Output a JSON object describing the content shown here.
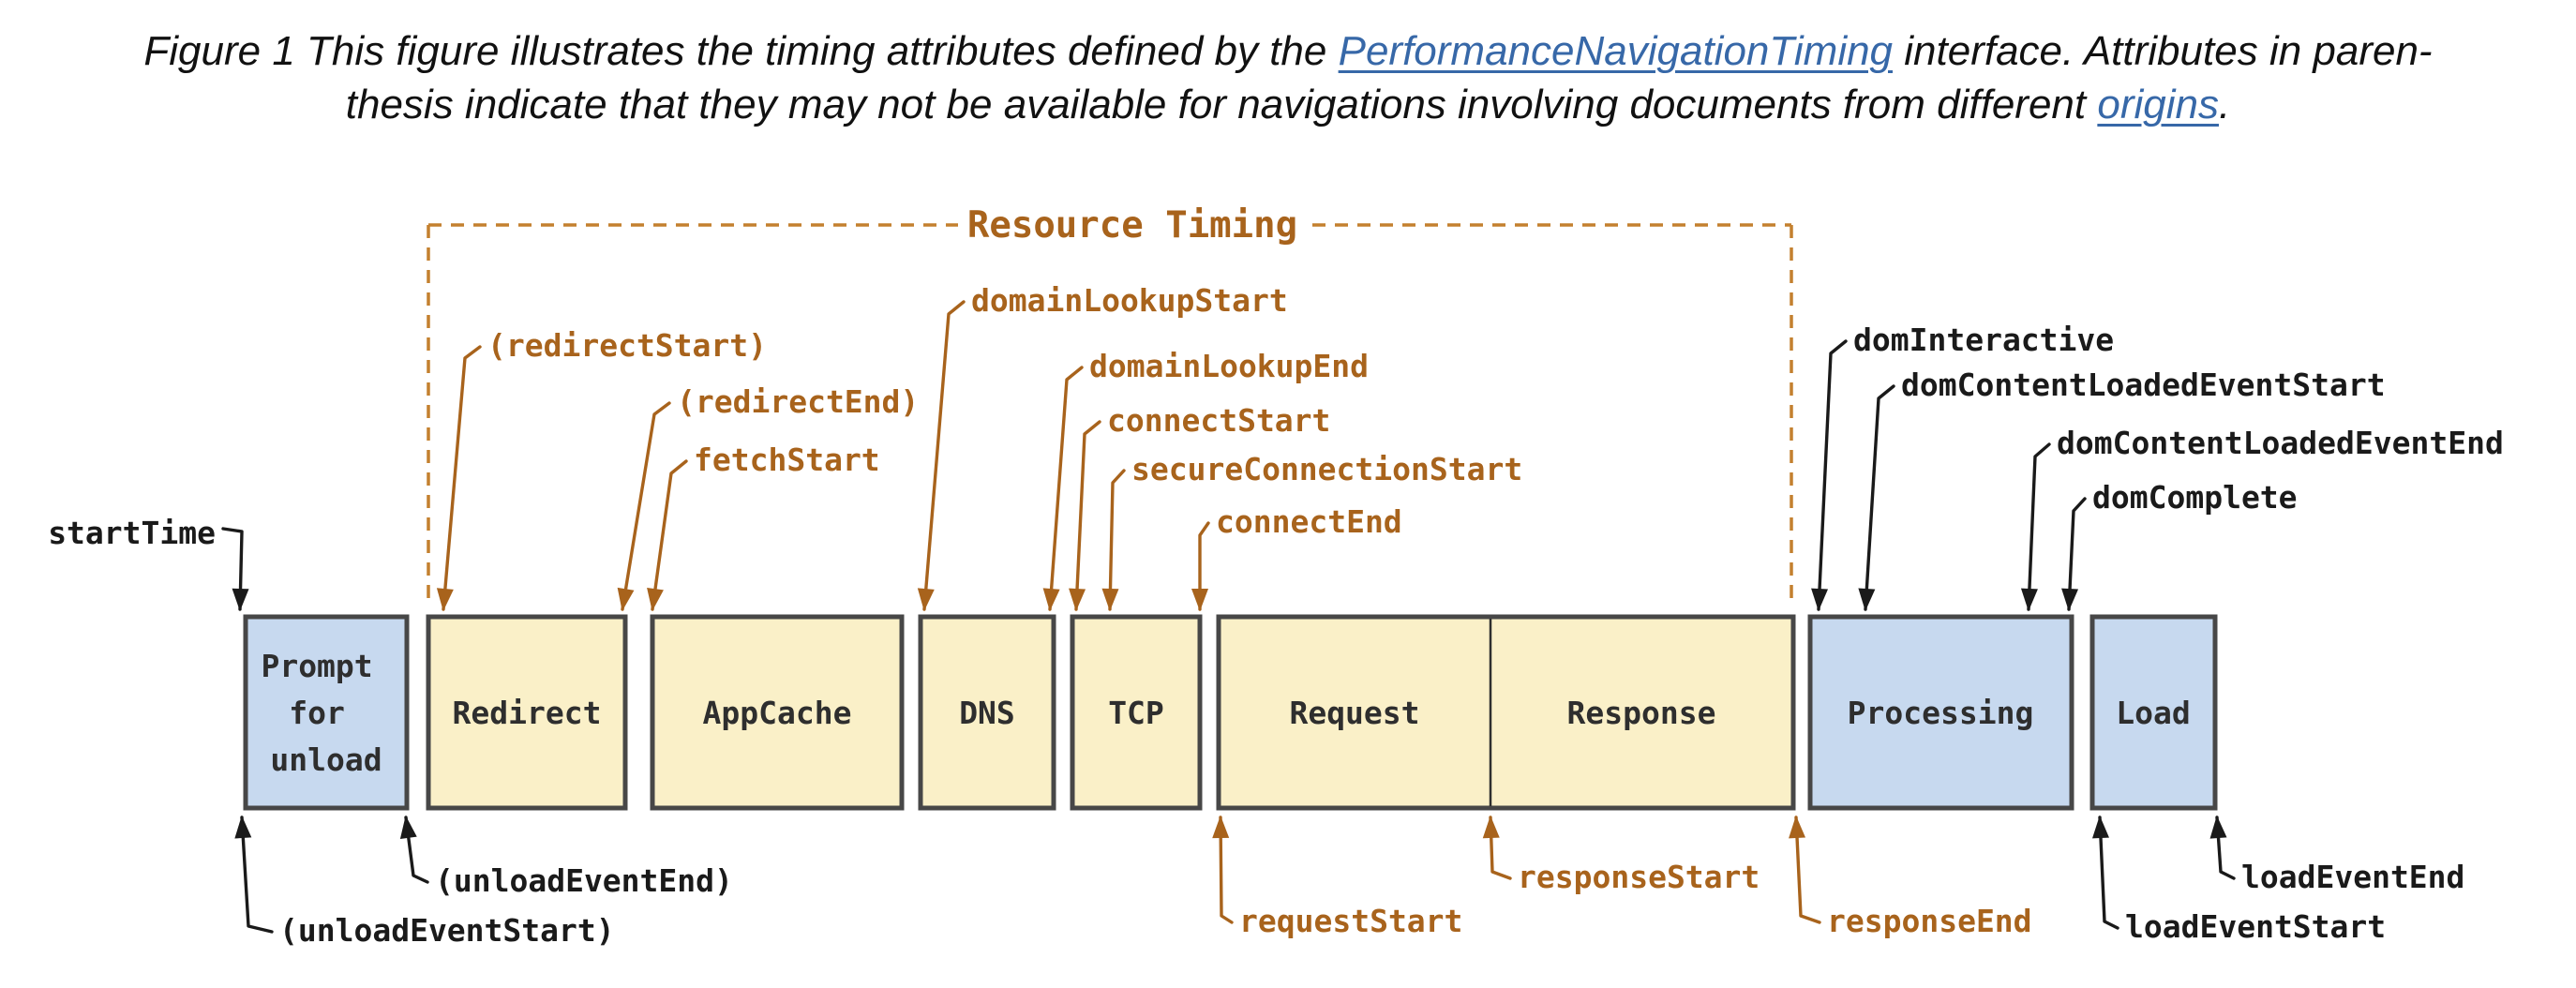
{
  "caption": {
    "line1_pre": "Figure 1 This figure illustrates the timing attributes defined by the ",
    "link1": "PerformanceNavigationTiming",
    "line1_post": " interface. Attributes in paren-",
    "line2_pre": "thesis indicate that they may not be available for navigations involving documents from different ",
    "link2": "origins",
    "line2_post": "."
  },
  "colors": {
    "accent_orange_text": "#A8631C",
    "accent_orange_line": "#C4802F",
    "label_black": "#1A1A1A",
    "box_yellow": "#FAF0C8",
    "box_blue": "#C7D9EF",
    "box_border": "#474747",
    "link_blue": "#3768A8",
    "background": "#FFFFFF"
  },
  "diagram": {
    "bracket_label": "Resource Timing",
    "boxes": {
      "prompt": {
        "lines": [
          "Prompt",
          "for",
          "unload"
        ]
      },
      "redirect": {
        "label": "Redirect"
      },
      "appcache": {
        "label": "AppCache"
      },
      "dns": {
        "label": "DNS"
      },
      "tcp": {
        "label": "TCP"
      },
      "request": {
        "label": "Request"
      },
      "response": {
        "label": "Response"
      },
      "processing": {
        "label": "Processing"
      },
      "load": {
        "label": "Load"
      }
    },
    "markers": {
      "start_time": "startTime",
      "redirect_start": "(redirectStart)",
      "redirect_end": "(redirectEnd)",
      "fetch_start": "fetchStart",
      "domain_lookup_start": "domainLookupStart",
      "domain_lookup_end": "domainLookupEnd",
      "connect_start": "connectStart",
      "secure_connection_start": "secureConnectionStart",
      "connect_end": "connectEnd",
      "dom_interactive": "domInteractive",
      "dom_content_loaded_event_start": "domContentLoadedEventStart",
      "dom_content_loaded_event_end": "domContentLoadedEventEnd",
      "dom_complete": "domComplete",
      "unload_event_start": "(unloadEventStart)",
      "unload_event_end": "(unloadEventEnd)",
      "request_start": "requestStart",
      "response_start": "responseStart",
      "response_end": "responseEnd",
      "load_event_start": "loadEventStart",
      "load_event_end": "loadEventEnd"
    }
  }
}
